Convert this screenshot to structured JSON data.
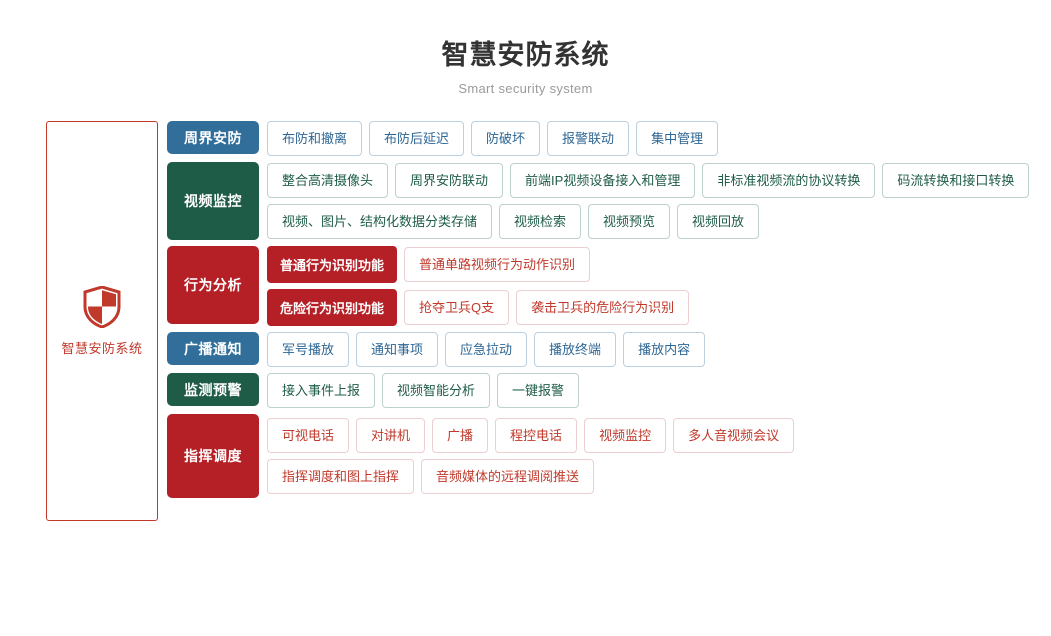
{
  "header": {
    "title": "智慧安防系统",
    "subtitle": "Smart security system"
  },
  "root": {
    "icon": "shield-icon",
    "label": "智慧安防系统",
    "border_color": "#c0392b",
    "text_color": "#c0392b"
  },
  "colors": {
    "blue": "#316e99",
    "green": "#1f5c48",
    "red": "#b51f26",
    "blue_text": "#2d6694",
    "green_text": "#1f5c48",
    "red_text": "#c0392b",
    "title": "#333333",
    "subtitle": "#9a9a9a"
  },
  "categories": [
    {
      "label": "周界安防",
      "color": "blue",
      "subrows": [
        {
          "lead": null,
          "items": [
            "布防和撤离",
            "布防后延迟",
            "防破坏",
            "报警联动",
            "集中管理"
          ]
        }
      ]
    },
    {
      "label": "视频监控",
      "color": "green",
      "subrows": [
        {
          "lead": null,
          "items": [
            "整合高清摄像头",
            "周界安防联动",
            "前端IP视频设备接入和管理",
            "非标准视频流的协议转换",
            "码流转换和接口转换"
          ]
        },
        {
          "lead": null,
          "items": [
            "视频、图片、结构化数据分类存储",
            "视频检索",
            "视频预览",
            "视频回放"
          ]
        }
      ]
    },
    {
      "label": "行为分析",
      "color": "red",
      "subrows": [
        {
          "lead": "普通行为识别功能",
          "items": [
            "普通单路视频行为动作识别"
          ]
        },
        {
          "lead": "危险行为识别功能",
          "items": [
            "抢夺卫兵Q支",
            "袭击卫兵的危险行为识别"
          ]
        }
      ]
    },
    {
      "label": "广播通知",
      "color": "blue",
      "subrows": [
        {
          "lead": null,
          "items": [
            "军号播放",
            "通知事项",
            "应急拉动",
            "播放终端",
            "播放内容"
          ]
        }
      ]
    },
    {
      "label": "监测预警",
      "color": "green",
      "subrows": [
        {
          "lead": null,
          "items": [
            "接入事件上报",
            "视频智能分析",
            "一键报警"
          ]
        }
      ]
    },
    {
      "label": "指挥调度",
      "color": "red",
      "subrows": [
        {
          "lead": null,
          "items": [
            "可视电话",
            "对讲机",
            "广播",
            "程控电话",
            "视频监控",
            "多人音视频会议"
          ]
        },
        {
          "lead": null,
          "items": [
            "指挥调度和图上指挥",
            "音频媒体的远程调阅推送"
          ]
        }
      ]
    }
  ]
}
